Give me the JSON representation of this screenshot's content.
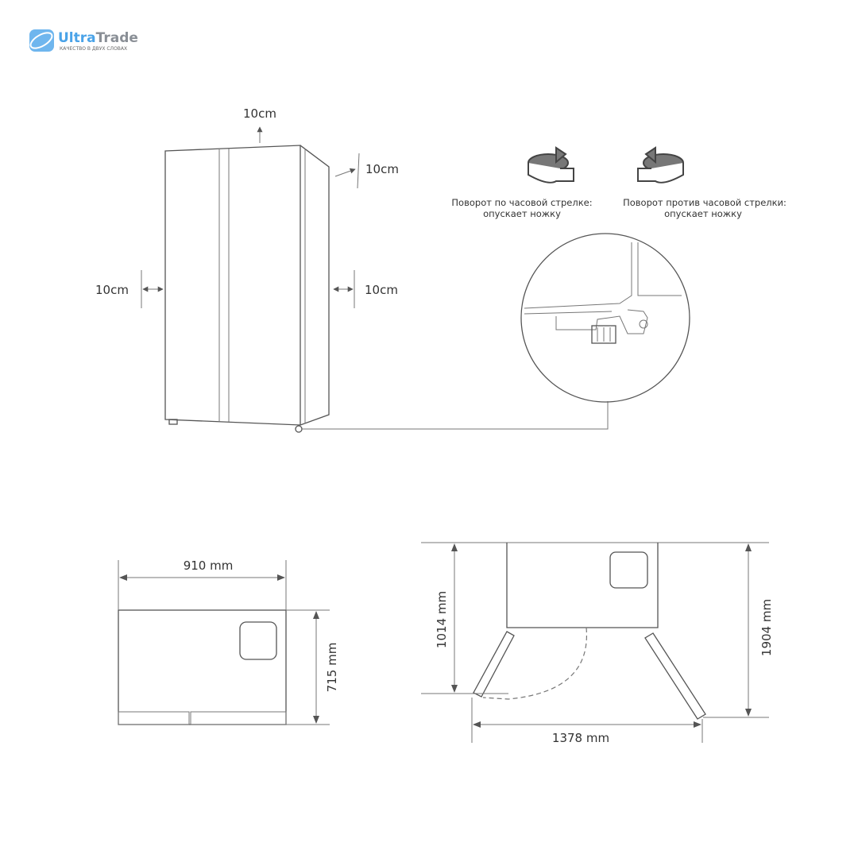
{
  "logo": {
    "brand_part1": "Ultra",
    "brand_part2": "Trade",
    "tagline": "КАЧЕСТВО В ДВУХ СЛОВАХ"
  },
  "clearances": {
    "top": "10cm",
    "back": "10cm",
    "left": "10cm",
    "right": "10cm"
  },
  "leveling": {
    "clockwise": {
      "line1": "Поворот по часовой стрелке:",
      "line2": "опускает ножку"
    },
    "counterclockwise": {
      "line1": "Поворот против часовой стрелки:",
      "line2": "опускает ножку"
    }
  },
  "dimensions": {
    "width": "910 mm",
    "depth": "715 mm",
    "door_open_depth": "1014 mm",
    "total_depth_open": "1904 mm",
    "open_width": "1378 mm"
  }
}
